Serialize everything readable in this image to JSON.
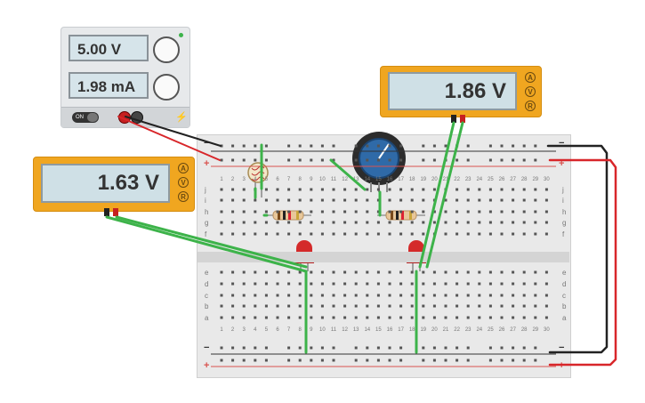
{
  "power_supply": {
    "voltage_display": "5.00 V",
    "current_display": "1.98 mA",
    "on_label": "ON"
  },
  "meter_left": {
    "reading": "1.63 V",
    "buttons": [
      "A",
      "V",
      "R"
    ]
  },
  "meter_right": {
    "reading": "1.86 V",
    "buttons": [
      "A",
      "V",
      "R"
    ]
  },
  "breadboard": {
    "rows_top": [
      "j",
      "i",
      "h",
      "g",
      "f"
    ],
    "rows_bottom": [
      "e",
      "d",
      "c",
      "b",
      "a"
    ],
    "columns": [
      "1",
      "2",
      "3",
      "4",
      "5",
      "6",
      "7",
      "8",
      "9",
      "10",
      "11",
      "12",
      "13",
      "14",
      "15",
      "16",
      "17",
      "18",
      "19",
      "20",
      "21",
      "22",
      "23",
      "24",
      "25",
      "26",
      "27",
      "28",
      "29",
      "30"
    ],
    "minus": "−",
    "plus": "+"
  },
  "colors": {
    "wire_green": "#3db34a",
    "wire_red": "#d8262a",
    "wire_black": "#222222",
    "meter_orange": "#f0a620",
    "led_red": "#d42a2a",
    "rail_red": "#d9534f"
  }
}
